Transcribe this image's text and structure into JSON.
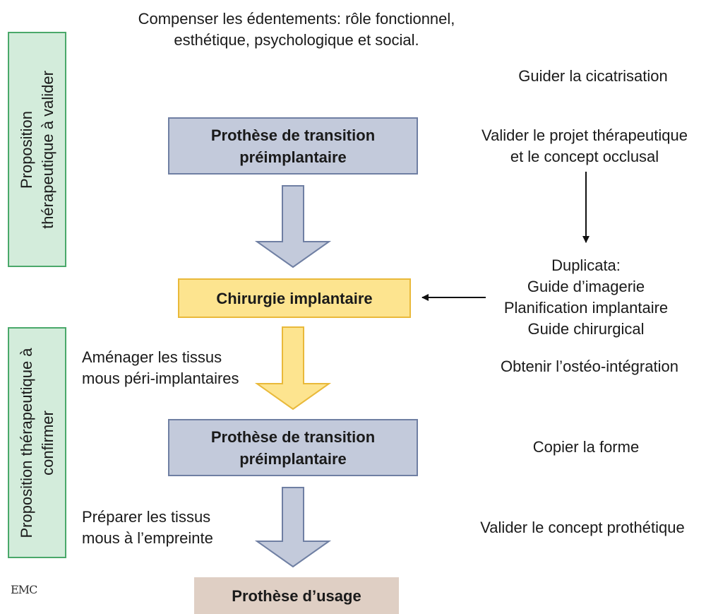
{
  "header": {
    "line1": "Compenser les édentements: rôle fonctionnel,",
    "line2": "esthétique, psychologique et social."
  },
  "side_panels": {
    "top_line1": "Proposition",
    "top_line2": "thérapeutique à valider",
    "bottom_line1": "Proposition thérapeutique à",
    "bottom_line2": "confirmer"
  },
  "boxes": {
    "transition1_line1": "Prothèse de transition",
    "transition1_line2": "préimplantaire",
    "surgery": "Chirurgie implantaire",
    "transition2_line1": "Prothèse de transition",
    "transition2_line2": "préimplantaire",
    "final": "Prothèse d’usage"
  },
  "left_notes": {
    "soft_tissue_line1": "Aménager les tissus",
    "soft_tissue_line2": "mous péri-implantaires",
    "impression_line1": "Préparer les tissus",
    "impression_line2": "mous à l’empreinte"
  },
  "right_notes": {
    "healing": "Guider la cicatrisation",
    "validate_line1": "Valider le projet thérapeutique",
    "validate_line2": "et le concept occlusal",
    "duplicata_title": "Duplicata:",
    "duplicata_item1": "Guide d’imagerie",
    "duplicata_item2": "Planification implantaire",
    "duplicata_item3": "Guide chirurgical",
    "osseo": "Obtenir l’ostéo-intégration",
    "copy_shape": "Copier la forme",
    "validate_prosthetic": "Valider le concept prothétique"
  },
  "logo": "EMC",
  "colors": {
    "side_panel_fill": "#d3ecdb",
    "side_panel_border": "#4aa86a",
    "blue_fill": "#c3cadb",
    "blue_border": "#6f7fa3",
    "yellow_fill": "#fde48f",
    "yellow_border": "#e9b93a",
    "tan_fill": "#dfcfc4"
  }
}
